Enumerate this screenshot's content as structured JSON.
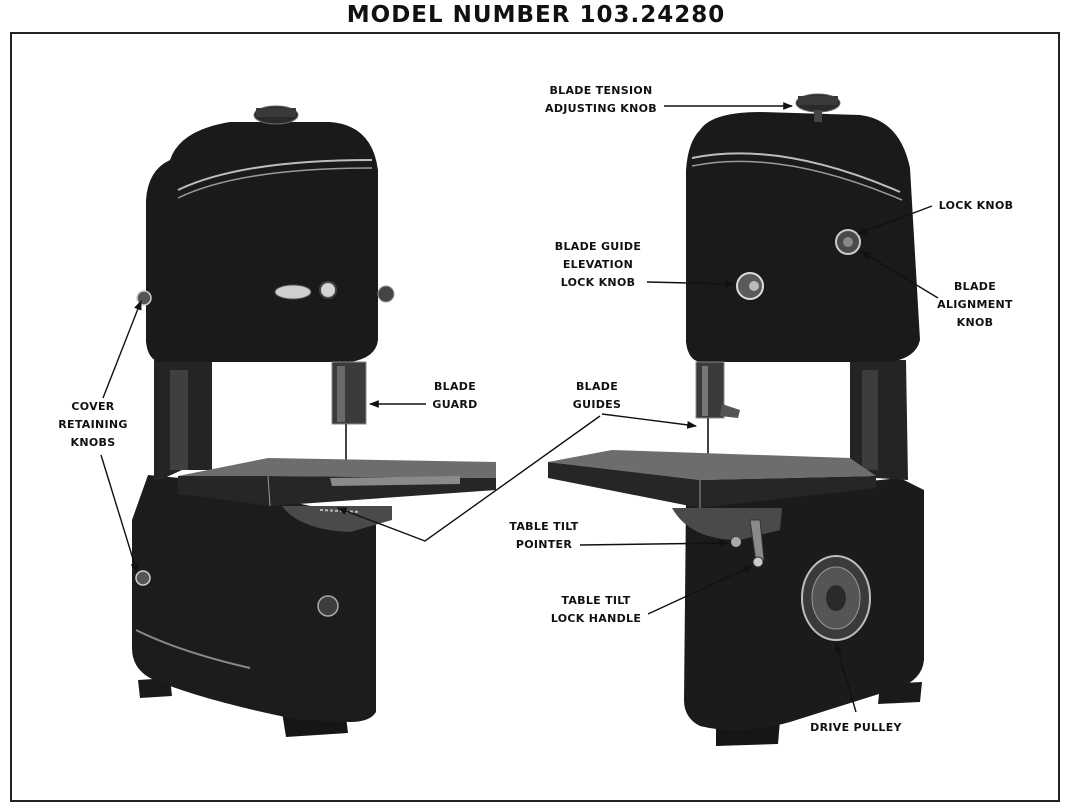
{
  "title": "MODEL NUMBER 103.24280",
  "labels": {
    "cover_retaining_knobs": [
      "COVER",
      "RETAINING",
      "KNOBS"
    ],
    "blade_guard": [
      "BLADE",
      "GUARD"
    ],
    "blade_tension_adjusting_knob": [
      "BLADE TENSION",
      "ADJUSTING KNOB"
    ],
    "lock_knob": [
      "LOCK KNOB"
    ],
    "blade_guide_elevation_lock_knob": [
      "BLADE GUIDE",
      "ELEVATION",
      "LOCK KNOB"
    ],
    "blade_alignment_knob": [
      "BLADE",
      "ALIGNMENT",
      "KNOB"
    ],
    "blade_guides": [
      "BLADE",
      "GUIDES"
    ],
    "table_tilt_pointer": [
      "TABLE TILT",
      "POINTER"
    ],
    "table_tilt_lock_handle": [
      "TABLE TILT",
      "LOCK HANDLE"
    ],
    "drive_pulley": [
      "DRIVE PULLEY"
    ]
  }
}
